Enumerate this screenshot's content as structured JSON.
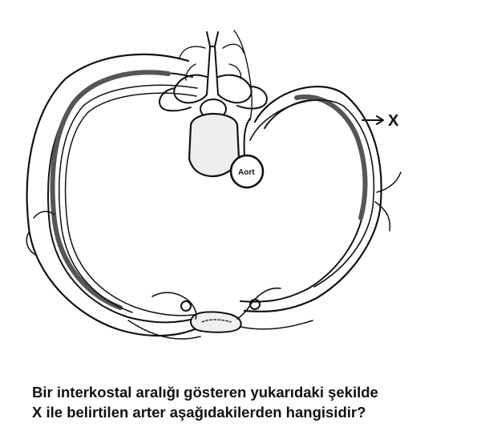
{
  "figure": {
    "aorta_label": "Aort",
    "pointer_label": "X"
  },
  "question": {
    "line1": "Bir interkostal aralığı gösteren yukarıdaki şekilde",
    "line2": "X ile belirtilen arter aşağıdakilerden hangisidir?"
  }
}
